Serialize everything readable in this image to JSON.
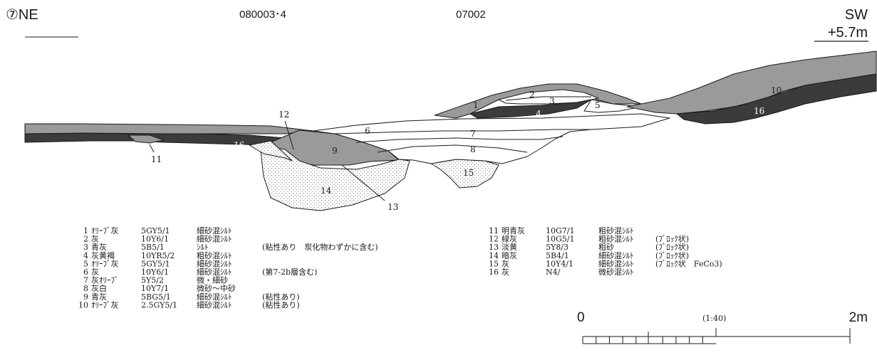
{
  "header": {
    "section_mark": "⑦NE",
    "id_left": "080003･4",
    "id_mid": "07002",
    "direction_right": "SW",
    "elevation": "+5.7m"
  },
  "layer_labels": [
    "1",
    "2",
    "3",
    "4",
    "5",
    "6",
    "7",
    "8",
    "9",
    "10",
    "11",
    "12",
    "13",
    "14",
    "15",
    "16",
    "16"
  ],
  "legend_left": [
    {
      "no": "1",
      "name": "ｵﾘｰﾌﾞ灰",
      "code": "5GY5/1",
      "desc": "細砂混ｼﾙﾄ",
      "note": ""
    },
    {
      "no": "2",
      "name": "灰",
      "code": "10Y6/1",
      "desc": "細砂混ｼﾙﾄ",
      "note": ""
    },
    {
      "no": "3",
      "name": "青灰",
      "code": "5B5/1",
      "desc": "ｼﾙﾄ",
      "note": "(粘性あり　炭化物わずかに含む)"
    },
    {
      "no": "4",
      "name": "灰黄褐",
      "code": "10YR5/2",
      "desc": "粗砂混ｼﾙﾄ",
      "note": ""
    },
    {
      "no": "5",
      "name": "ｵﾘｰﾌﾞ灰",
      "code": "5GY5/1",
      "desc": "細砂混ｼﾙﾄ",
      "note": ""
    },
    {
      "no": "6",
      "name": "灰",
      "code": "10Y6/1",
      "desc": "細砂混ｼﾙﾄ",
      "note": "(第7-2b層含む)"
    },
    {
      "no": "7",
      "name": "灰ｵﾘｰﾌﾞ",
      "code": "5Y5/2",
      "desc": "微・細砂",
      "note": ""
    },
    {
      "no": "8",
      "name": "灰白",
      "code": "10Y7/1",
      "desc": "微砂～中砂",
      "note": ""
    },
    {
      "no": "9",
      "name": "青灰",
      "code": "5BG5/1",
      "desc": "細砂混ｼﾙﾄ",
      "note": "(粘性あり)"
    },
    {
      "no": "10",
      "name": "ｵﾘｰﾌﾞ灰",
      "code": "2.5GY5/1",
      "desc": "細砂混ｼﾙﾄ",
      "note": "(粘性あり)"
    }
  ],
  "legend_right": [
    {
      "no": "11",
      "name": "明青灰",
      "code": "10G7/1",
      "desc": "粗砂混ｼﾙﾄ",
      "note": ""
    },
    {
      "no": "12",
      "name": "緑灰",
      "code": "10G5/1",
      "desc": "粗砂混ｼﾙﾄ",
      "note": "(ﾌﾞﾛｯｸ状)"
    },
    {
      "no": "13",
      "name": "淡黄",
      "code": "5Y8/3",
      "desc": "粗砂",
      "note": "(ﾌﾞﾛｯｸ状)"
    },
    {
      "no": "14",
      "name": "暗灰",
      "code": "5B4/1",
      "desc": "細砂混ｼﾙﾄ",
      "note": "(ﾌﾞﾛｯｸ状)"
    },
    {
      "no": "15",
      "name": "灰",
      "code": "10Y4/1",
      "desc": "細砂混ｼﾙﾄ",
      "note": "(ﾌﾞﾛｯｸ状　FeCo3)"
    },
    {
      "no": "16",
      "name": "灰",
      "code": "N4/",
      "desc": "微砂混ｼﾙﾄ",
      "note": ""
    }
  ],
  "scale": {
    "start": "0",
    "ratio": "(1:40)",
    "end": "2m"
  },
  "colors": {
    "gray_fill": "#9a9a9a",
    "dark_fill": "#3b3b3b",
    "line": "#1a1a1a",
    "dots": "#444444"
  }
}
